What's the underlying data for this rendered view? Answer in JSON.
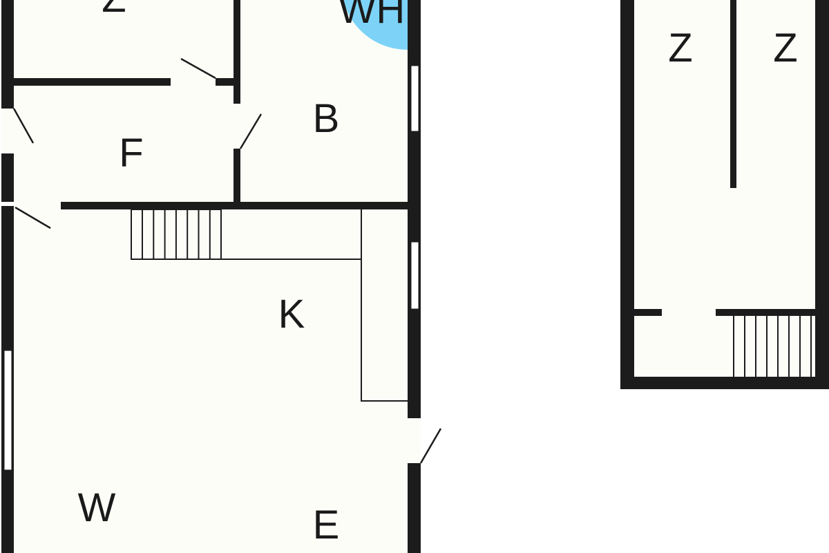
{
  "colors": {
    "wall": "#1c1c1c",
    "floor": "#fdfdf8",
    "water_heater": "#7dd3f7"
  },
  "rooms": {
    "z_top": "Z",
    "wh": "WH",
    "b": "B",
    "f": "F",
    "k": "K",
    "w": "W",
    "e": "E",
    "annex_z_left": "Z",
    "annex_z_right": "Z"
  }
}
